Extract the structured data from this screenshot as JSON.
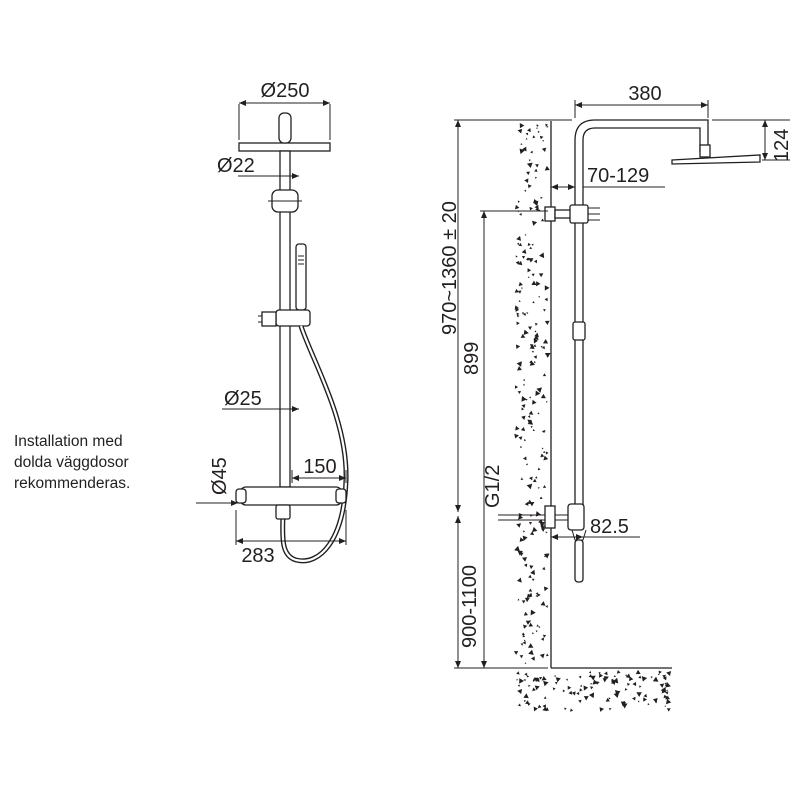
{
  "front_view": {
    "head_diameter": "Ø250",
    "arm_diameter": "Ø22",
    "pipe_diameter": "Ø25",
    "outlet_diameter": "Ø45",
    "hose_offset": "150",
    "mixer_width": "283"
  },
  "side_view": {
    "arm_reach": "380",
    "head_height": "124",
    "total_height": "970~1360 ± 20",
    "bracket_distance": "70-129",
    "pipe_length": "899",
    "thread": "G1/2",
    "wall_offset": "82.5",
    "mount_height": "900-1100"
  },
  "note": {
    "line1": "Installation med",
    "line2": "dolda väggdosor",
    "line3": "rekommenderas."
  }
}
